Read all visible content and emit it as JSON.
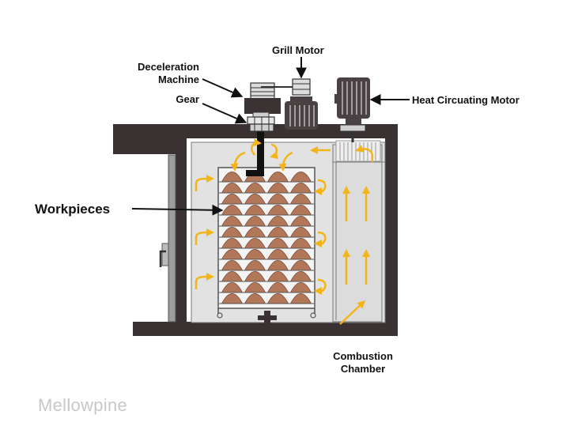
{
  "labels": {
    "grill_motor": "Grill Motor",
    "deceleration_line1": "Deceleration",
    "deceleration_line2": "Machine",
    "gear": "Gear",
    "heat_motor": "Heat Circuating Motor",
    "workpieces": "Workpieces",
    "combustion_line1": "Combustion",
    "combustion_line2": "Chamber"
  },
  "watermark": "Mellowpine",
  "colors": {
    "oven_wall": "#3a3232",
    "chamber_fill": "#e2e2e2",
    "motor_body": "#4a4242",
    "workpiece": "#b27659",
    "airflow_arrow": "#f2b416",
    "label_text": "#111111",
    "watermark": "#c8c8c8"
  },
  "rack": {
    "rows": 12,
    "columns": 4
  }
}
